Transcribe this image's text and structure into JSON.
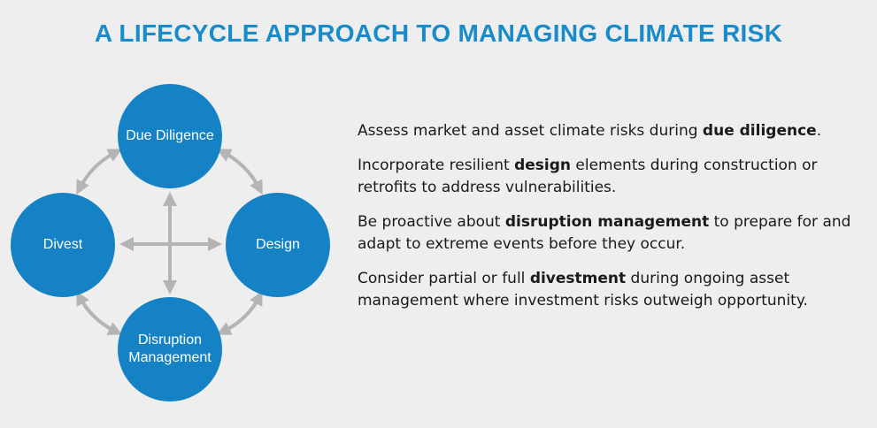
{
  "title": "A LIFECYCLE APPROACH TO MANAGING CLIMATE RISK",
  "colors": {
    "title": "#1a8bc9",
    "circle": "#1482c4",
    "arrow": "#b4b4b4",
    "background": "#eeeeee"
  },
  "cycle": {
    "due_diligence": "Due Diligence",
    "design": "Design",
    "disruption_management": "Disruption Management",
    "divest": "Divest"
  },
  "statements": [
    {
      "before": "Assess market and asset climate risks during ",
      "bold": "due diligence",
      "after": "."
    },
    {
      "before": "Incorporate resilient ",
      "bold": "design",
      "after": " elements during construction or retrofits to address vulnerabilities."
    },
    {
      "before": "Be proactive about ",
      "bold": "disruption management",
      "after": " to prepare for and adapt to extreme events before they occur."
    },
    {
      "before": "Consider partial or full ",
      "bold": "divestment",
      "after": " during ongoing asset management where investment risks outweigh opportunity."
    }
  ]
}
